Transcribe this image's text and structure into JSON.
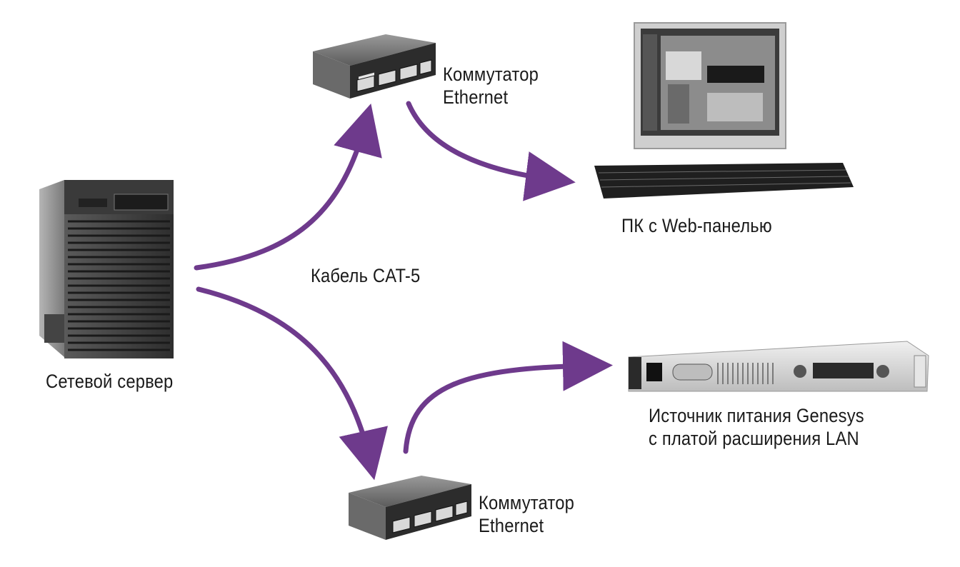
{
  "labels": {
    "server": "Сетевой сервер",
    "cable": "Кабель CAT-5",
    "switch_top_line1": "Коммутатор",
    "switch_top_line2": "Ethernet",
    "switch_bottom_line1": "Коммутатор",
    "switch_bottom_line2": "Ethernet",
    "pc": "ПК с Web-панелью",
    "psu_line1": "Источник питания Genesys",
    "psu_line2": "с платой расширения LAN"
  },
  "colors": {
    "arrow": "#6e3a8c",
    "device_dark": "#2a2a2a",
    "device_mid": "#8a8a8a",
    "device_light": "#d8d8d8"
  }
}
